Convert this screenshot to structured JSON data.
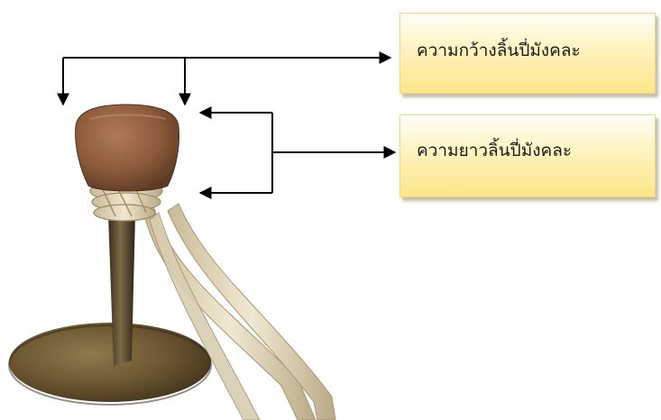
{
  "labels": {
    "width_label": "ความกว้างลิ้นปี่มังคละ",
    "length_label": "ความยาวลิ้นปี่มังคละ"
  },
  "colors": {
    "label_fill": "#fff3bf",
    "label_border": "#f1d77a",
    "arrow": "#000000",
    "leather_reed": "#8b5a3a",
    "brass": "#6f5a32",
    "rope": "#e6dcc4"
  },
  "icons": {
    "reed_image": "pi-mangkhala-reed-photo"
  }
}
